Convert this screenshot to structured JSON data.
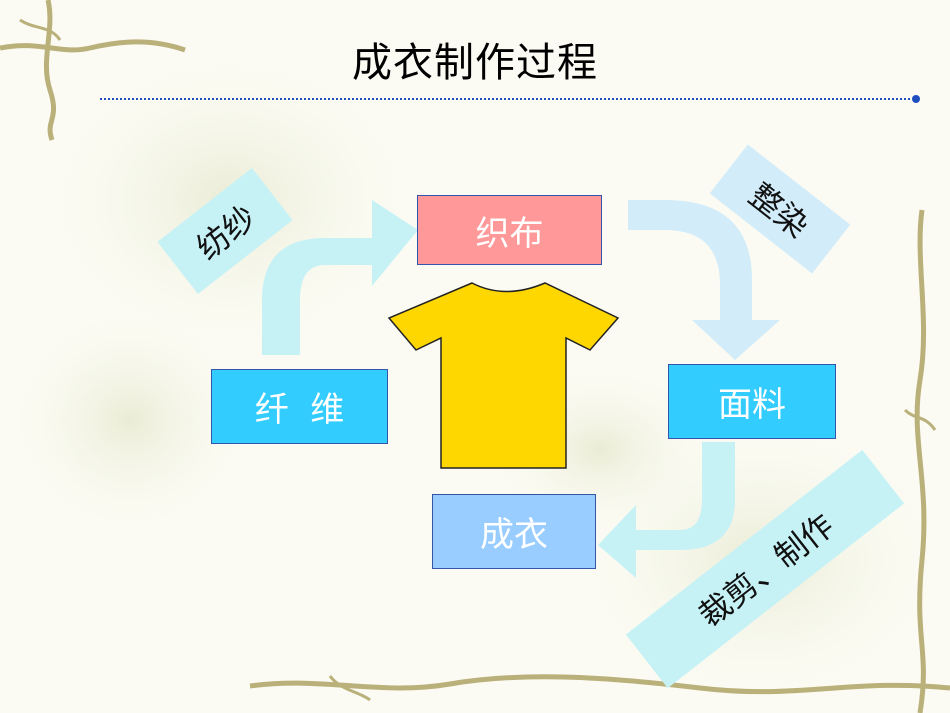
{
  "title": "成衣制作过程",
  "nodes": {
    "fiber": "纤  维",
    "weaving": "织布",
    "fabric": "面料",
    "garment": "成衣"
  },
  "processes": {
    "spinning": "纺纱",
    "dyeing": "整染",
    "cutting": "裁剪、制作"
  },
  "colors": {
    "fiber_box": "#33ccff",
    "weaving_box": "#ff9999",
    "fabric_box": "#33ccff",
    "garment_box": "#99ccff",
    "shirt": "#ffd700",
    "arrow_light": "#c6f2f6",
    "title_rule": "#1f4fbf"
  }
}
